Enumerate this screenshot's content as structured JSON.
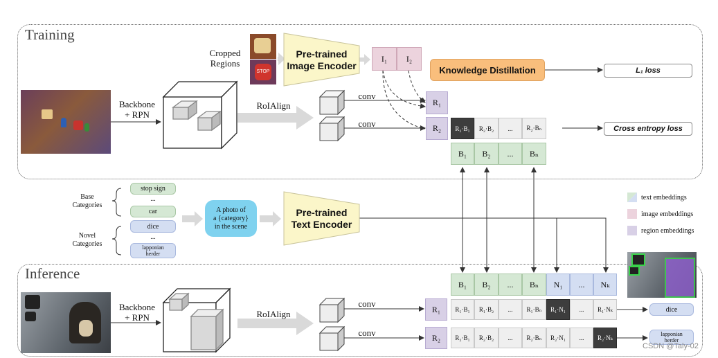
{
  "training": {
    "title": "Training",
    "cropped_regions_label": "Cropped\nRegions",
    "backbone_label": "Backbone\n+ RPN",
    "roialign_label": "RoIAlign",
    "conv1": "conv",
    "conv2": "conv",
    "image_encoder": "Pre-trained\nImage Encoder",
    "i1": "I₁",
    "i2": "I₂",
    "kd": "Knowledge Distillation",
    "l1_loss": "L₁ loss",
    "r1": "R₁",
    "r2": "R₂",
    "scores": [
      "R₂·B₁",
      "R₂·B₂",
      "...",
      "R₂·Bₙ"
    ],
    "ce_loss": "Cross entropy loss",
    "b_row": [
      "B₁",
      "B₂",
      "...",
      "Bₙ"
    ]
  },
  "categories": {
    "base_label": "Base\nCategories",
    "novel_label": "Novel\nCategories",
    "base_items": [
      "stop sign",
      "...",
      "car"
    ],
    "novel_items": [
      "dice",
      "...",
      "lapponian\nherder"
    ],
    "prompt": "A photo of\na {category}\nin the scene",
    "text_encoder": "Pre-trained\nText Encoder"
  },
  "legend": {
    "text": "text embeddings",
    "image": "image embeddings",
    "region": "region embeddings"
  },
  "inference": {
    "title": "Inference",
    "backbone_label": "Backbone\n+ RPN",
    "roialign_label": "RoIAlign",
    "conv1": "conv",
    "conv2": "conv",
    "top_row": [
      "B₁",
      "B₂",
      "...",
      "Bₙ",
      "N₁",
      "...",
      "Nₖ"
    ],
    "r1": "R₁",
    "r2": "R₂",
    "row1": [
      "R₁·B₁",
      "R₁·B₂",
      "...",
      "R₁·Bₙ",
      "R₁·N₁",
      "...",
      "R₁·Nₖ"
    ],
    "row2": [
      "R₂·B₁",
      "R₂·B₂",
      "...",
      "R₂·Bₙ",
      "R₂·N₁",
      "...",
      "R₂·Nₖ"
    ],
    "out1": "dice",
    "out2": "lapponian\nherder"
  },
  "watermark": "CSDN @Taly-02",
  "colors": {
    "green": "#d5e8d4",
    "blue": "#d4def2",
    "pink": "#ecd3dd",
    "purple": "#d8d0e6",
    "orange": "#f9be7c",
    "cyan": "#7fd2ef",
    "yellow": "#fbf6c9",
    "dark_cell": "#3d3d3d"
  }
}
